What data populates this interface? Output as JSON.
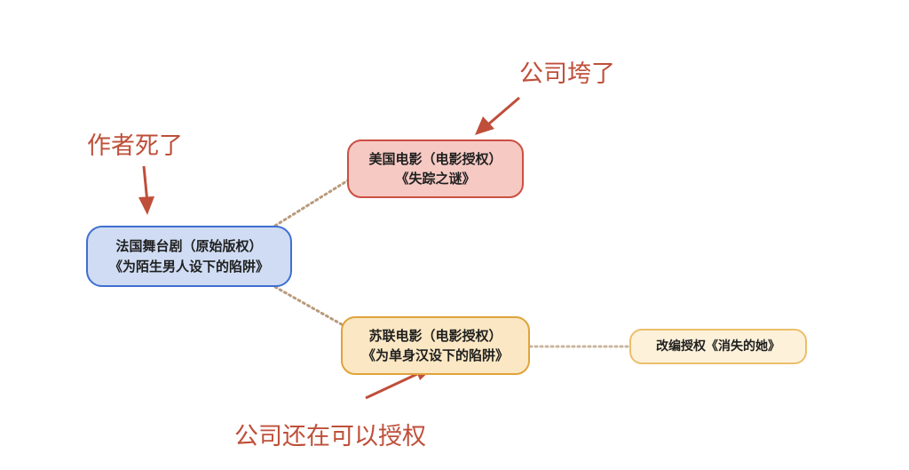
{
  "nodes": {
    "france": {
      "line1": "法国舞台剧（原始版权）",
      "line2": "《为陌生男人设下的陷阱》",
      "border_color": "#3f6fd1",
      "fill_color": "#cfdcf3"
    },
    "usa": {
      "line1": "美国电影（电影授权）",
      "line2": "《失踪之谜》",
      "border_color": "#cc4f42",
      "fill_color": "#f6c9c3"
    },
    "ussr": {
      "line1": "苏联电影（电影授权）",
      "line2": "《为单身汉设下的陷阱》",
      "border_color": "#e0a33a",
      "fill_color": "#fbe7c3"
    },
    "adaptation": {
      "label": "改编授权《消失的她》",
      "border_color": "#ebbf6b",
      "fill_color": "#fdf1da"
    }
  },
  "annotations": {
    "author_dead": "作者死了",
    "company_collapsed": "公司垮了",
    "company_still_licensing": "公司还在可以授权"
  },
  "colors": {
    "annotation": "#bf4f3a",
    "connector": "#b99a7a"
  },
  "icons": {
    "arrow": "arrow-icon",
    "connector": "dotted-connector"
  }
}
